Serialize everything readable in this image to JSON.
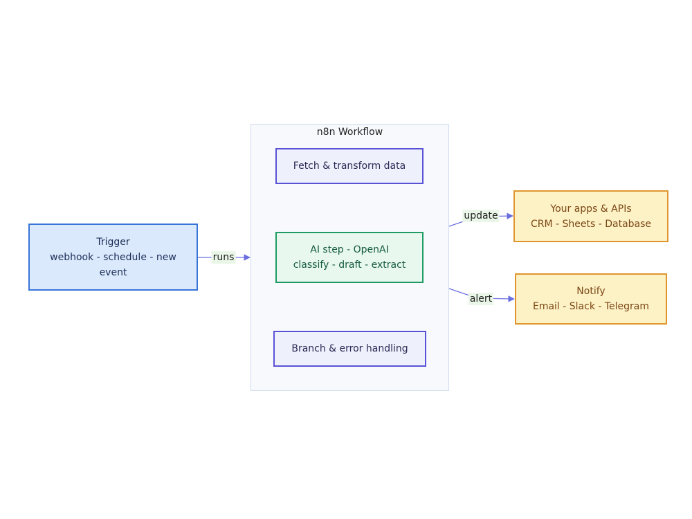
{
  "nodes": {
    "trigger": {
      "lines": [
        "Trigger",
        "webhook - schedule - new event"
      ]
    },
    "workflow": {
      "title": "n8n Workflow"
    },
    "fetch": {
      "label": "Fetch & transform data"
    },
    "ai": {
      "lines": [
        "AI step - OpenAI",
        "classify - draft - extract"
      ]
    },
    "branch": {
      "label": "Branch & error handling"
    },
    "apps": {
      "lines": [
        "Your apps & APIs",
        "CRM - Sheets - Database"
      ]
    },
    "notify": {
      "lines": [
        "Notify",
        "Email - Slack - Telegram"
      ]
    }
  },
  "edges": {
    "runs": "runs",
    "update": "update",
    "alert": "alert"
  },
  "colors": {
    "edge": "#6b6ee0",
    "trigger_border": "#3874d8",
    "ai_border": "#1e9c63",
    "output_border": "#e0962e"
  }
}
